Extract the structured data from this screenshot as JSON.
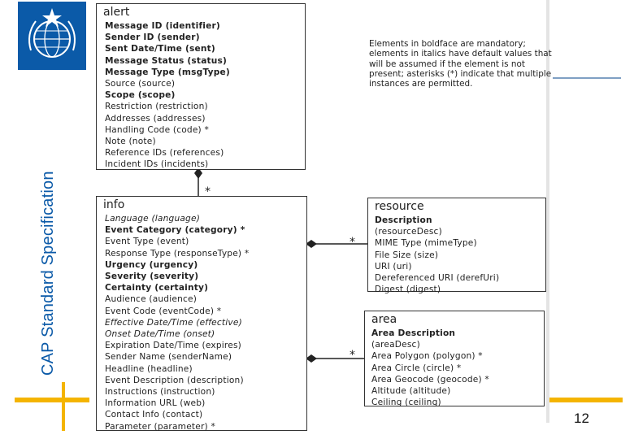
{
  "slide": {
    "vertical_title": "CAP Standard Specification",
    "page_number": "12"
  },
  "note": {
    "text": "Elements in boldface are mandatory; elements in italics have default values that will be assumed if the element is not present; asterisks (*) indicate that multiple instances are permitted."
  },
  "relations": {
    "alert_info_multiplicity": "*",
    "info_resource_multiplicity": "*",
    "info_area_multiplicity": "*"
  },
  "alert": {
    "title": "alert",
    "items": [
      {
        "text": "Message ID (identifier)",
        "style": "bold"
      },
      {
        "text": "Sender ID (sender)",
        "style": "bold"
      },
      {
        "text": "Sent Date/Time (sent)",
        "style": "bold"
      },
      {
        "text": "Message Status (status)",
        "style": "bold"
      },
      {
        "text": "Message Type (msgType)",
        "style": "bold"
      },
      {
        "text": "Source (source)",
        "style": "normal"
      },
      {
        "text": "Scope (scope)",
        "style": "bold"
      },
      {
        "text": "Restriction (restriction)",
        "style": "normal"
      },
      {
        "text": "Addresses (addresses)",
        "style": "normal"
      },
      {
        "text": "Handling Code (code) *",
        "style": "normal"
      },
      {
        "text": "Note (note)",
        "style": "normal"
      },
      {
        "text": "Reference IDs (references)",
        "style": "normal"
      },
      {
        "text": "Incident IDs (incidents)",
        "style": "normal"
      }
    ]
  },
  "info": {
    "title": "info",
    "items": [
      {
        "text": "Language (language)",
        "style": "italic"
      },
      {
        "text": "Event Category (category) *",
        "style": "bold"
      },
      {
        "text": "Event Type (event)",
        "style": "normal"
      },
      {
        "text": "Response Type (responseType) *",
        "style": "normal"
      },
      {
        "text": "Urgency (urgency)",
        "style": "bold"
      },
      {
        "text": "Severity (severity)",
        "style": "bold"
      },
      {
        "text": "Certainty (certainty)",
        "style": "bold"
      },
      {
        "text": "Audience (audience)",
        "style": "normal"
      },
      {
        "text": "Event Code (eventCode) *",
        "style": "normal"
      },
      {
        "text": "Effective Date/Time (effective)",
        "style": "italic"
      },
      {
        "text": "Onset Date/Time (onset)",
        "style": "italic"
      },
      {
        "text": "Expiration Date/Time (expires)",
        "style": "normal"
      },
      {
        "text": "Sender Name (senderName)",
        "style": "normal"
      },
      {
        "text": "Headline (headline)",
        "style": "normal"
      },
      {
        "text": "Event Description (description)",
        "style": "normal"
      },
      {
        "text": "Instructions (instruction)",
        "style": "normal"
      },
      {
        "text": "Information URL (web)",
        "style": "normal"
      },
      {
        "text": "Contact Info (contact)",
        "style": "normal"
      },
      {
        "text": "Parameter (parameter) *",
        "style": "normal"
      }
    ]
  },
  "resource": {
    "title": "resource",
    "items": [
      {
        "text": "Description",
        "style": "bold"
      },
      {
        "text": "(resourceDesc)",
        "style": "normal"
      },
      {
        "text": "MIME Type (mimeType)",
        "style": "normal"
      },
      {
        "text": "File Size (size)",
        "style": "normal"
      },
      {
        "text": "URI (uri)",
        "style": "normal"
      },
      {
        "text": "Dereferenced URI (derefUri)",
        "style": "normal"
      },
      {
        "text": "Digest (digest)",
        "style": "normal"
      }
    ]
  },
  "area": {
    "title": "area",
    "items": [
      {
        "text": "Area Description",
        "style": "bold"
      },
      {
        "text": "(areaDesc)",
        "style": "normal"
      },
      {
        "text": "Area Polygon (polygon) *",
        "style": "normal"
      },
      {
        "text": "Area Circle (circle) *",
        "style": "normal"
      },
      {
        "text": "Area Geocode (geocode) *",
        "style": "normal"
      },
      {
        "text": "Altitude (altitude)",
        "style": "normal"
      },
      {
        "text": "Ceiling (ceiling)",
        "style": "normal"
      }
    ]
  },
  "colors": {
    "title_blue": "#0b5aa8",
    "accent_gold": "#f4b400"
  }
}
